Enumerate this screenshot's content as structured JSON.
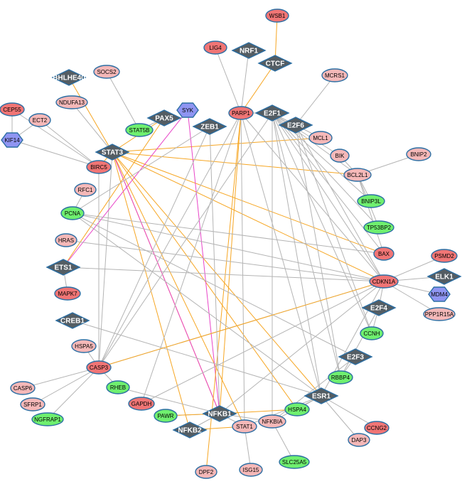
{
  "colors": {
    "up_strong": "#f07575",
    "up_weak": "#f5b8b8",
    "down": "#6fef6f",
    "kinase": "#8f95f2",
    "tf": "#545d63",
    "border": "#2b6ea3",
    "edge_gray": "#b4b4b4",
    "edge_orange": "#f6a623",
    "edge_pink": "#e845c8"
  },
  "nodes": [
    {
      "id": "WSB1",
      "label": "WSB1",
      "kind": "up_strong"
    },
    {
      "id": "LIG4",
      "label": "LIG4",
      "kind": "up_strong"
    },
    {
      "id": "NRF1",
      "label": "NRF1",
      "kind": "tf"
    },
    {
      "id": "CTCF",
      "label": "CTCF",
      "kind": "tf"
    },
    {
      "id": "BHLHE40",
      "label": "BHLHE40",
      "kind": "tf"
    },
    {
      "id": "SOCS2",
      "label": "SOCS2",
      "kind": "up_weak"
    },
    {
      "id": "MCRS1",
      "label": "MCRS1",
      "kind": "up_weak"
    },
    {
      "id": "NDUFA13",
      "label": "NDUFA13",
      "kind": "up_weak"
    },
    {
      "id": "CEP55",
      "label": "CEP55",
      "kind": "up_strong"
    },
    {
      "id": "ECT2",
      "label": "ECT2",
      "kind": "up_weak"
    },
    {
      "id": "PARP1",
      "label": "PARP1",
      "kind": "up_strong"
    },
    {
      "id": "E2F1",
      "label": "E2F1",
      "kind": "tf"
    },
    {
      "id": "PAX5",
      "label": "PAX5",
      "kind": "tf"
    },
    {
      "id": "SYK",
      "label": "SYK",
      "kind": "kinase"
    },
    {
      "id": "E2F6",
      "label": "E2F6",
      "kind": "tf"
    },
    {
      "id": "ZEB1",
      "label": "ZEB1",
      "kind": "tf"
    },
    {
      "id": "STAT5B",
      "label": "STAT5B",
      "kind": "down"
    },
    {
      "id": "KIF14",
      "label": "KIF14",
      "kind": "kinase"
    },
    {
      "id": "MCL1",
      "label": "MCL1",
      "kind": "up_weak"
    },
    {
      "id": "STAT3",
      "label": "STAT3",
      "kind": "tf"
    },
    {
      "id": "BIK",
      "label": "BIK",
      "kind": "up_weak"
    },
    {
      "id": "BNIP2",
      "label": "BNIP2",
      "kind": "up_weak"
    },
    {
      "id": "BIRC5",
      "label": "BIRC5",
      "kind": "up_strong"
    },
    {
      "id": "BCL2L1",
      "label": "BCL2L1",
      "kind": "up_weak"
    },
    {
      "id": "RFC1",
      "label": "RFC1",
      "kind": "up_weak"
    },
    {
      "id": "BNIP3L",
      "label": "BNIP3L",
      "kind": "down"
    },
    {
      "id": "PCNA",
      "label": "PCNA",
      "kind": "down"
    },
    {
      "id": "TP53BP2",
      "label": "TP53BP2",
      "kind": "down"
    },
    {
      "id": "HRAS",
      "label": "HRAS",
      "kind": "up_weak"
    },
    {
      "id": "BAX",
      "label": "BAX",
      "kind": "up_strong"
    },
    {
      "id": "PSMD2",
      "label": "PSMD2",
      "kind": "up_strong"
    },
    {
      "id": "ETS1",
      "label": "ETS1",
      "kind": "tf"
    },
    {
      "id": "ELK1",
      "label": "ELK1",
      "kind": "tf"
    },
    {
      "id": "CDKN1A",
      "label": "CDKN1A",
      "kind": "up_strong"
    },
    {
      "id": "MAPK7",
      "label": "MAPK7",
      "kind": "up_strong"
    },
    {
      "id": "MDM4",
      "label": "MDM4",
      "kind": "kinase"
    },
    {
      "id": "E2F4",
      "label": "E2F4",
      "kind": "tf"
    },
    {
      "id": "PPP1R15A",
      "label": "PPP1R15A",
      "kind": "up_weak"
    },
    {
      "id": "CREB1",
      "label": "CREB1",
      "kind": "tf"
    },
    {
      "id": "CCNH",
      "label": "CCNH",
      "kind": "down"
    },
    {
      "id": "HSPA5",
      "label": "HSPA5",
      "kind": "up_weak"
    },
    {
      "id": "E2F3",
      "label": "E2F3",
      "kind": "tf"
    },
    {
      "id": "CASP3",
      "label": "CASP3",
      "kind": "up_strong"
    },
    {
      "id": "RBBP4",
      "label": "RBBP4",
      "kind": "down"
    },
    {
      "id": "RHEB",
      "label": "RHEB",
      "kind": "down"
    },
    {
      "id": "CASP6",
      "label": "CASP6",
      "kind": "up_weak"
    },
    {
      "id": "ESR1",
      "label": "ESR1",
      "kind": "tf"
    },
    {
      "id": "SFRP1",
      "label": "SFRP1",
      "kind": "up_weak"
    },
    {
      "id": "GAPDH",
      "label": "GAPDH",
      "kind": "up_strong"
    },
    {
      "id": "HSPA4",
      "label": "HSPA4",
      "kind": "down"
    },
    {
      "id": "NGFRAP1",
      "label": "NGFRAP1",
      "kind": "down"
    },
    {
      "id": "PAWR",
      "label": "PAWR",
      "kind": "down"
    },
    {
      "id": "NFKB1",
      "label": "NFKB1",
      "kind": "tf"
    },
    {
      "id": "CCNG2",
      "label": "CCNG2",
      "kind": "up_strong"
    },
    {
      "id": "STAT1",
      "label": "STAT1",
      "kind": "up_weak"
    },
    {
      "id": "NFKBIA",
      "label": "NFKBIA",
      "kind": "up_weak"
    },
    {
      "id": "NFKB2",
      "label": "NFKB2",
      "kind": "tf"
    },
    {
      "id": "DAP3",
      "label": "DAP3",
      "kind": "up_weak"
    },
    {
      "id": "SLC25A5",
      "label": "SLC25A5",
      "kind": "down"
    },
    {
      "id": "DPF2",
      "label": "DPF2",
      "kind": "up_weak"
    },
    {
      "id": "ISG15",
      "label": "ISG15",
      "kind": "up_weak"
    }
  ],
  "edges": [
    {
      "source": "WSB1",
      "target": "CTCF",
      "type": "orange"
    },
    {
      "source": "CTCF",
      "target": "PARP1",
      "type": "orange"
    },
    {
      "source": "NRF1",
      "target": "PARP1",
      "type": "gray"
    },
    {
      "source": "LIG4",
      "target": "PARP1",
      "type": "gray"
    },
    {
      "source": "BHLHE40",
      "target": "STAT3",
      "type": "orange"
    },
    {
      "source": "SOCS2",
      "target": "STAT5B",
      "type": "gray"
    },
    {
      "source": "NDUFA13",
      "target": "STAT3",
      "type": "gray"
    },
    {
      "source": "CEP55",
      "target": "BIRC5",
      "type": "gray"
    },
    {
      "source": "ECT2",
      "target": "BIRC5",
      "type": "gray"
    },
    {
      "source": "KIF14",
      "target": "ECT2",
      "type": "gray"
    },
    {
      "source": "KIF14",
      "target": "CEP55",
      "type": "gray"
    },
    {
      "source": "KIF14",
      "target": "BIRC5",
      "type": "gray"
    },
    {
      "source": "STAT3",
      "target": "BIRC5",
      "type": "orange"
    },
    {
      "source": "STAT3",
      "target": "MCL1",
      "type": "orange"
    },
    {
      "source": "STAT3",
      "target": "BCL2L1",
      "type": "orange"
    },
    {
      "source": "STAT3",
      "target": "BAX",
      "type": "orange"
    },
    {
      "source": "STAT3",
      "target": "CDKN1A",
      "type": "orange"
    },
    {
      "source": "STAT3",
      "target": "ESR1",
      "type": "orange"
    },
    {
      "source": "STAT3",
      "target": "HSPA4",
      "type": "orange"
    },
    {
      "source": "STAT3",
      "target": "NFKB1",
      "type": "orange"
    },
    {
      "source": "STAT3",
      "target": "STAT1",
      "type": "orange"
    },
    {
      "source": "STAT3",
      "target": "NFKB2",
      "type": "orange"
    },
    {
      "source": "STAT3",
      "target": "CASP3",
      "type": "gray"
    },
    {
      "source": "STAT3",
      "target": "PAX5",
      "type": "orange"
    },
    {
      "source": "STAT3",
      "target": "NFKB1",
      "type": "pink"
    },
    {
      "source": "PAX5",
      "target": "ETS1",
      "type": "orange"
    },
    {
      "source": "SYK",
      "target": "ETS1",
      "type": "pink"
    },
    {
      "source": "SYK",
      "target": "NFKB1",
      "type": "pink"
    },
    {
      "source": "ZEB1",
      "target": "CASP3",
      "type": "gray"
    },
    {
      "source": "ZEB1",
      "target": "PCNA",
      "type": "gray"
    },
    {
      "source": "PARP1",
      "target": "NFKB1",
      "type": "orange"
    },
    {
      "source": "PARP1",
      "target": "DPF2",
      "type": "orange"
    },
    {
      "source": "PARP1",
      "target": "CASP3",
      "type": "gray"
    },
    {
      "source": "PARP1",
      "target": "GAPDH",
      "type": "gray"
    },
    {
      "source": "PARP1",
      "target": "STAT1",
      "type": "gray"
    },
    {
      "source": "PARP1",
      "target": "ESR1",
      "type": "gray"
    },
    {
      "source": "PARP1",
      "target": "E2F1",
      "type": "gray"
    },
    {
      "source": "PARP1",
      "target": "CDKN1A",
      "type": "gray"
    },
    {
      "source": "MCRS1",
      "target": "E2F6",
      "type": "gray"
    },
    {
      "source": "E2F1",
      "target": "MCL1",
      "type": "gray"
    },
    {
      "source": "E2F1",
      "target": "BIK",
      "type": "gray"
    },
    {
      "source": "E2F1",
      "target": "BCL2L1",
      "type": "gray"
    },
    {
      "source": "E2F1",
      "target": "BNIP3L",
      "type": "gray"
    },
    {
      "source": "E2F1",
      "target": "TP53BP2",
      "type": "gray"
    },
    {
      "source": "E2F1",
      "target": "BAX",
      "type": "gray"
    },
    {
      "source": "E2F1",
      "target": "CDKN1A",
      "type": "gray"
    },
    {
      "source": "E2F1",
      "target": "CCNH",
      "type": "gray"
    },
    {
      "source": "E2F1",
      "target": "RBBP4",
      "type": "gray"
    },
    {
      "source": "E2F1",
      "target": "ESR1",
      "type": "gray"
    },
    {
      "source": "E2F1",
      "target": "NFKBIA",
      "type": "gray"
    },
    {
      "source": "E2F1",
      "target": "CASP3",
      "type": "gray"
    },
    {
      "source": "E2F6",
      "target": "CDKN1A",
      "type": "gray"
    },
    {
      "source": "E2F6",
      "target": "RBBP4",
      "type": "gray"
    },
    {
      "source": "E2F6",
      "target": "CCNH",
      "type": "gray"
    },
    {
      "source": "BNIP2",
      "target": "BCL2L1",
      "type": "gray"
    },
    {
      "source": "BIK",
      "target": "BCL2L1",
      "type": "gray"
    },
    {
      "source": "BCL2L1",
      "target": "BNIP3L",
      "type": "gray"
    },
    {
      "source": "BCL2L1",
      "target": "TP53BP2",
      "type": "gray"
    },
    {
      "source": "BCL2L1",
      "target": "BAX",
      "type": "gray"
    },
    {
      "source": "PCNA",
      "target": "CDKN1A",
      "type": "gray"
    },
    {
      "source": "PCNA",
      "target": "RFC1",
      "type": "gray"
    },
    {
      "source": "PCNA",
      "target": "BAX",
      "type": "gray"
    },
    {
      "source": "PCNA",
      "target": "ESR1",
      "type": "gray"
    },
    {
      "source": "PCNA",
      "target": "E2F3",
      "type": "gray"
    },
    {
      "source": "HRAS",
      "target": "CDKN1A",
      "type": "gray"
    },
    {
      "source": "ETS1",
      "target": "CDKN1A",
      "type": "gray"
    },
    {
      "source": "ETS1",
      "target": "MAPK7",
      "type": "gray"
    },
    {
      "source": "CREB1",
      "target": "ESR1",
      "type": "gray"
    },
    {
      "source": "CDKN1A",
      "target": "PSMD2",
      "type": "gray"
    },
    {
      "source": "CDKN1A",
      "target": "ELK1",
      "type": "gray"
    },
    {
      "source": "CDKN1A",
      "target": "MDM4",
      "type": "gray"
    },
    {
      "source": "CDKN1A",
      "target": "PPP1R15A",
      "type": "gray"
    },
    {
      "source": "CDKN1A",
      "target": "E2F4",
      "type": "gray"
    },
    {
      "source": "CDKN1A",
      "target": "CASP3",
      "type": "gray"
    },
    {
      "source": "CDKN1A",
      "target": "GAPDH",
      "type": "gray"
    },
    {
      "source": "CDKN1A",
      "target": "ESR1",
      "type": "gray"
    },
    {
      "source": "CDKN1A",
      "target": "NFKB1",
      "type": "gray"
    },
    {
      "source": "CDKN1A",
      "target": "CASP3",
      "type": "orange"
    },
    {
      "source": "E2F4",
      "target": "CCNH",
      "type": "gray"
    },
    {
      "source": "E2F4",
      "target": "RBBP4",
      "type": "gray"
    },
    {
      "source": "E2F3",
      "target": "RBBP4",
      "type": "gray"
    },
    {
      "source": "E2F3",
      "target": "NFKBIA",
      "type": "gray"
    },
    {
      "source": "ESR1",
      "target": "CCNG2",
      "type": "gray"
    },
    {
      "source": "ESR1",
      "target": "DAP3",
      "type": "gray"
    },
    {
      "source": "ESR1",
      "target": "HSPA4",
      "type": "gray"
    },
    {
      "source": "ESR1",
      "target": "NFKBIA",
      "type": "gray"
    },
    {
      "source": "ESR1",
      "target": "STAT1",
      "type": "gray"
    },
    {
      "source": "CASP3",
      "target": "CASP6",
      "type": "gray"
    },
    {
      "source": "CASP3",
      "target": "SFRP1",
      "type": "gray"
    },
    {
      "source": "CASP3",
      "target": "NGFRAP1",
      "type": "gray"
    },
    {
      "source": "CASP3",
      "target": "HSPA5",
      "type": "gray"
    },
    {
      "source": "CASP3",
      "target": "RHEB",
      "type": "gray"
    },
    {
      "source": "CASP3",
      "target": "BIRC5",
      "type": "gray"
    },
    {
      "source": "RHEB",
      "target": "NFKB1",
      "type": "gray"
    },
    {
      "source": "PAWR",
      "target": "NFKB1",
      "type": "gray"
    },
    {
      "source": "NFKB1",
      "target": "NFKB2",
      "type": "gray"
    },
    {
      "source": "NFKB1",
      "target": "STAT1",
      "type": "gray"
    },
    {
      "source": "NFKB1",
      "target": "NFKBIA",
      "type": "gray"
    },
    {
      "source": "NFKB1",
      "target": "HSPA4",
      "type": "orange"
    },
    {
      "source": "NFKB1",
      "target": "PAWR",
      "type": "orange"
    },
    {
      "source": "NFKB2",
      "target": "STAT1",
      "type": "orange"
    },
    {
      "source": "STAT1",
      "target": "ISG15",
      "type": "gray"
    },
    {
      "source": "NFKBIA",
      "target": "SLC25A5",
      "type": "gray"
    },
    {
      "source": "ZEB1",
      "target": "NFKB1",
      "type": "gray"
    },
    {
      "source": "PAX5",
      "target": "STAT5B",
      "type": "gray"
    }
  ]
}
